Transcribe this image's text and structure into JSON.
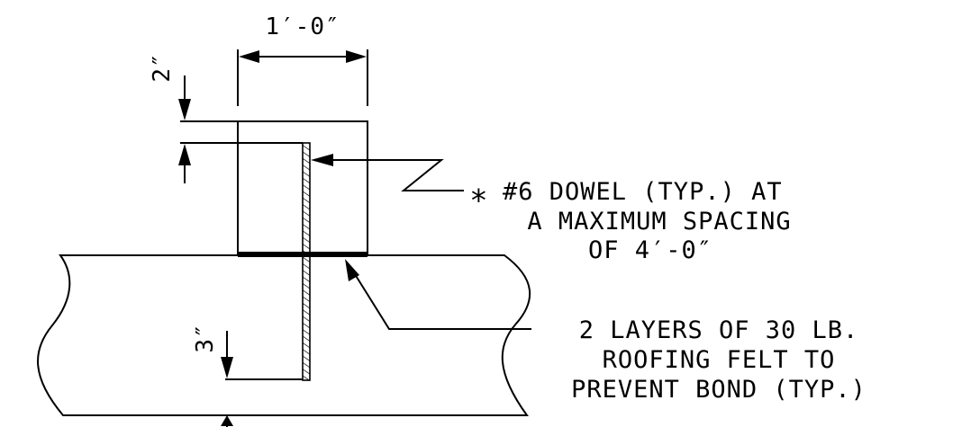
{
  "colors": {
    "ink": "#000000",
    "paper": "#ffffff"
  },
  "dimensions": {
    "width": "1′-0″",
    "top_embed": "2″",
    "bottom_embed": "3″"
  },
  "notes": {
    "dowel": {
      "symbol": "∗",
      "line1": "#6 DOWEL (TYP.) AT",
      "line2": "A MAXIMUM SPACING",
      "line3": "OF 4′-0″"
    },
    "felt": {
      "line1": "2 LAYERS OF 30 LB.",
      "line2": "ROOFING FELT TO",
      "line3": "PREVENT BOND (TYP.)"
    }
  }
}
